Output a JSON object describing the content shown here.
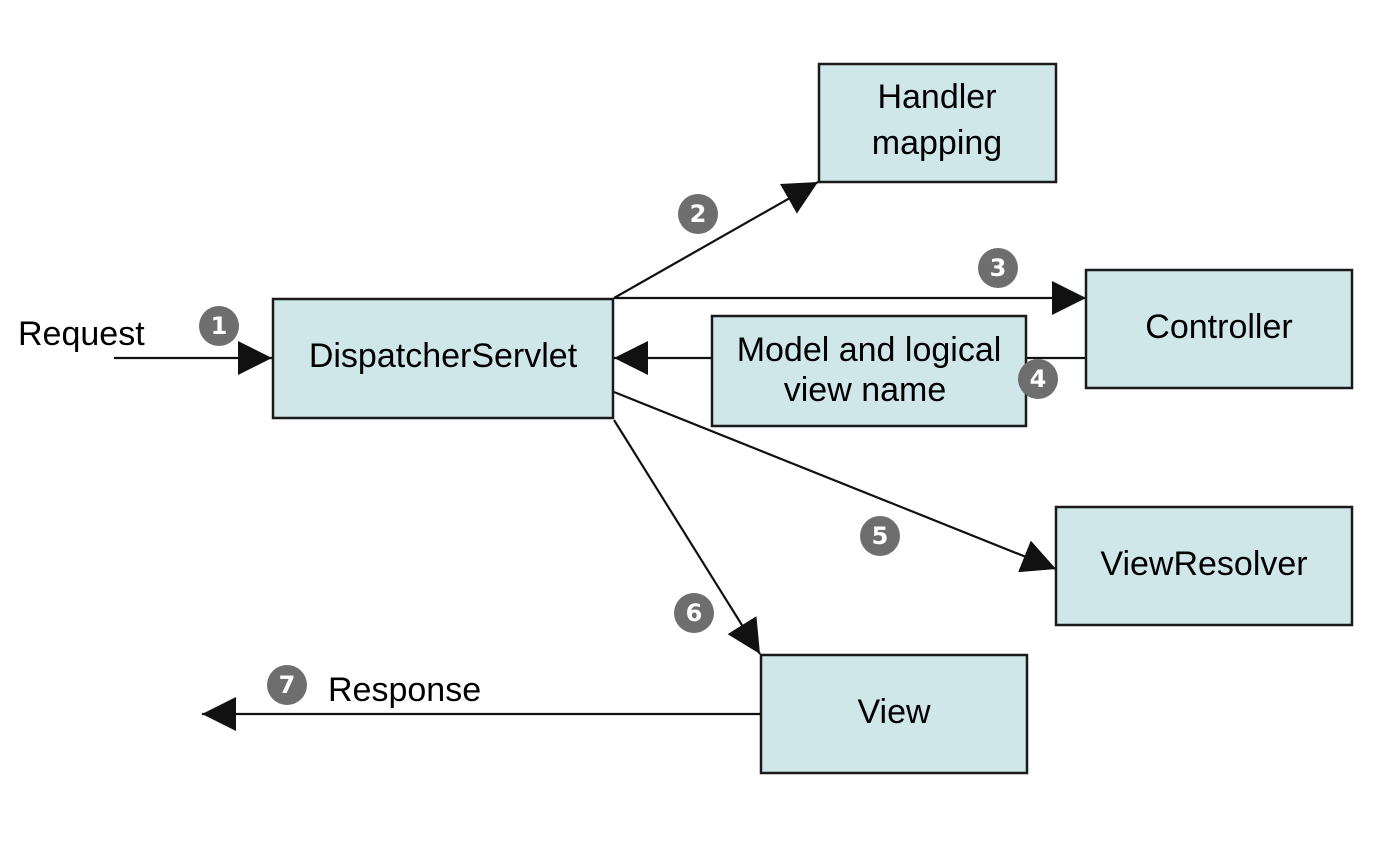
{
  "nodes": {
    "handler_mapping": {
      "line1": "Handler",
      "line2": "mapping"
    },
    "dispatcher": {
      "label": "DispatcherServlet"
    },
    "controller": {
      "label": "Controller"
    },
    "model_view": {
      "line1": "Model and logical",
      "line2": "view name"
    },
    "view_resolver": {
      "label": "ViewResolver"
    },
    "view": {
      "label": "View"
    }
  },
  "labels": {
    "request": "Request",
    "response": "Response"
  },
  "steps": [
    "1",
    "2",
    "3",
    "4",
    "5",
    "6",
    "7"
  ],
  "colors": {
    "box_fill": "#d0e7ea",
    "step_badge": "#6e6e6e"
  }
}
